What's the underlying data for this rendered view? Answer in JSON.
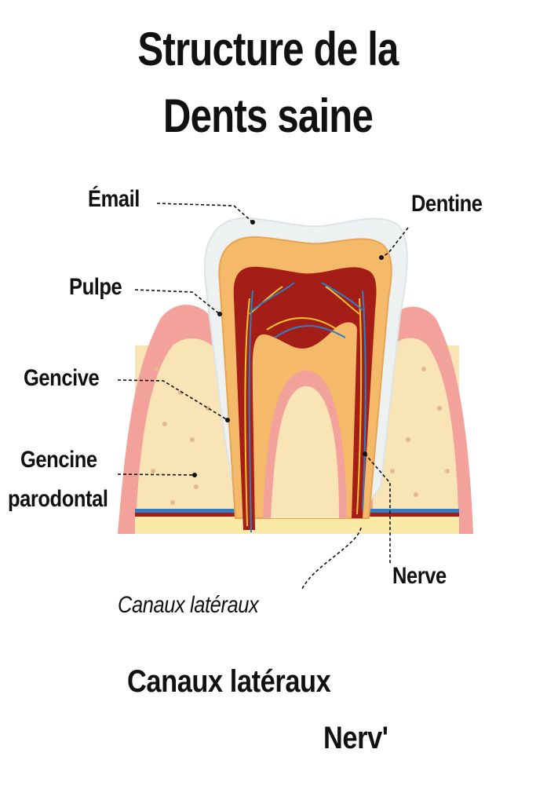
{
  "title": {
    "line1": "Structure de la",
    "line2": "Dents saine"
  },
  "labels": {
    "email": "Émail",
    "dentine": "Dentine",
    "pulpe": "Pulpe",
    "gencive": "Gencive",
    "gencine_line1": "Gencine",
    "gencine_line2": "parodontal",
    "nerve": "Nerve",
    "canaux_italic": "Canaux latéraux"
  },
  "bottom": {
    "canaux": "Canaux latéraux",
    "nerv": "Nerv'"
  },
  "colors": {
    "enamel": "#eef1f2",
    "dentin": "#f4b969",
    "pulp": "#a51d17",
    "gum": "#f3a29b",
    "bone": "#f9e4b6",
    "nerve": "#f6c12c",
    "vessel": "#2f7fc2"
  }
}
